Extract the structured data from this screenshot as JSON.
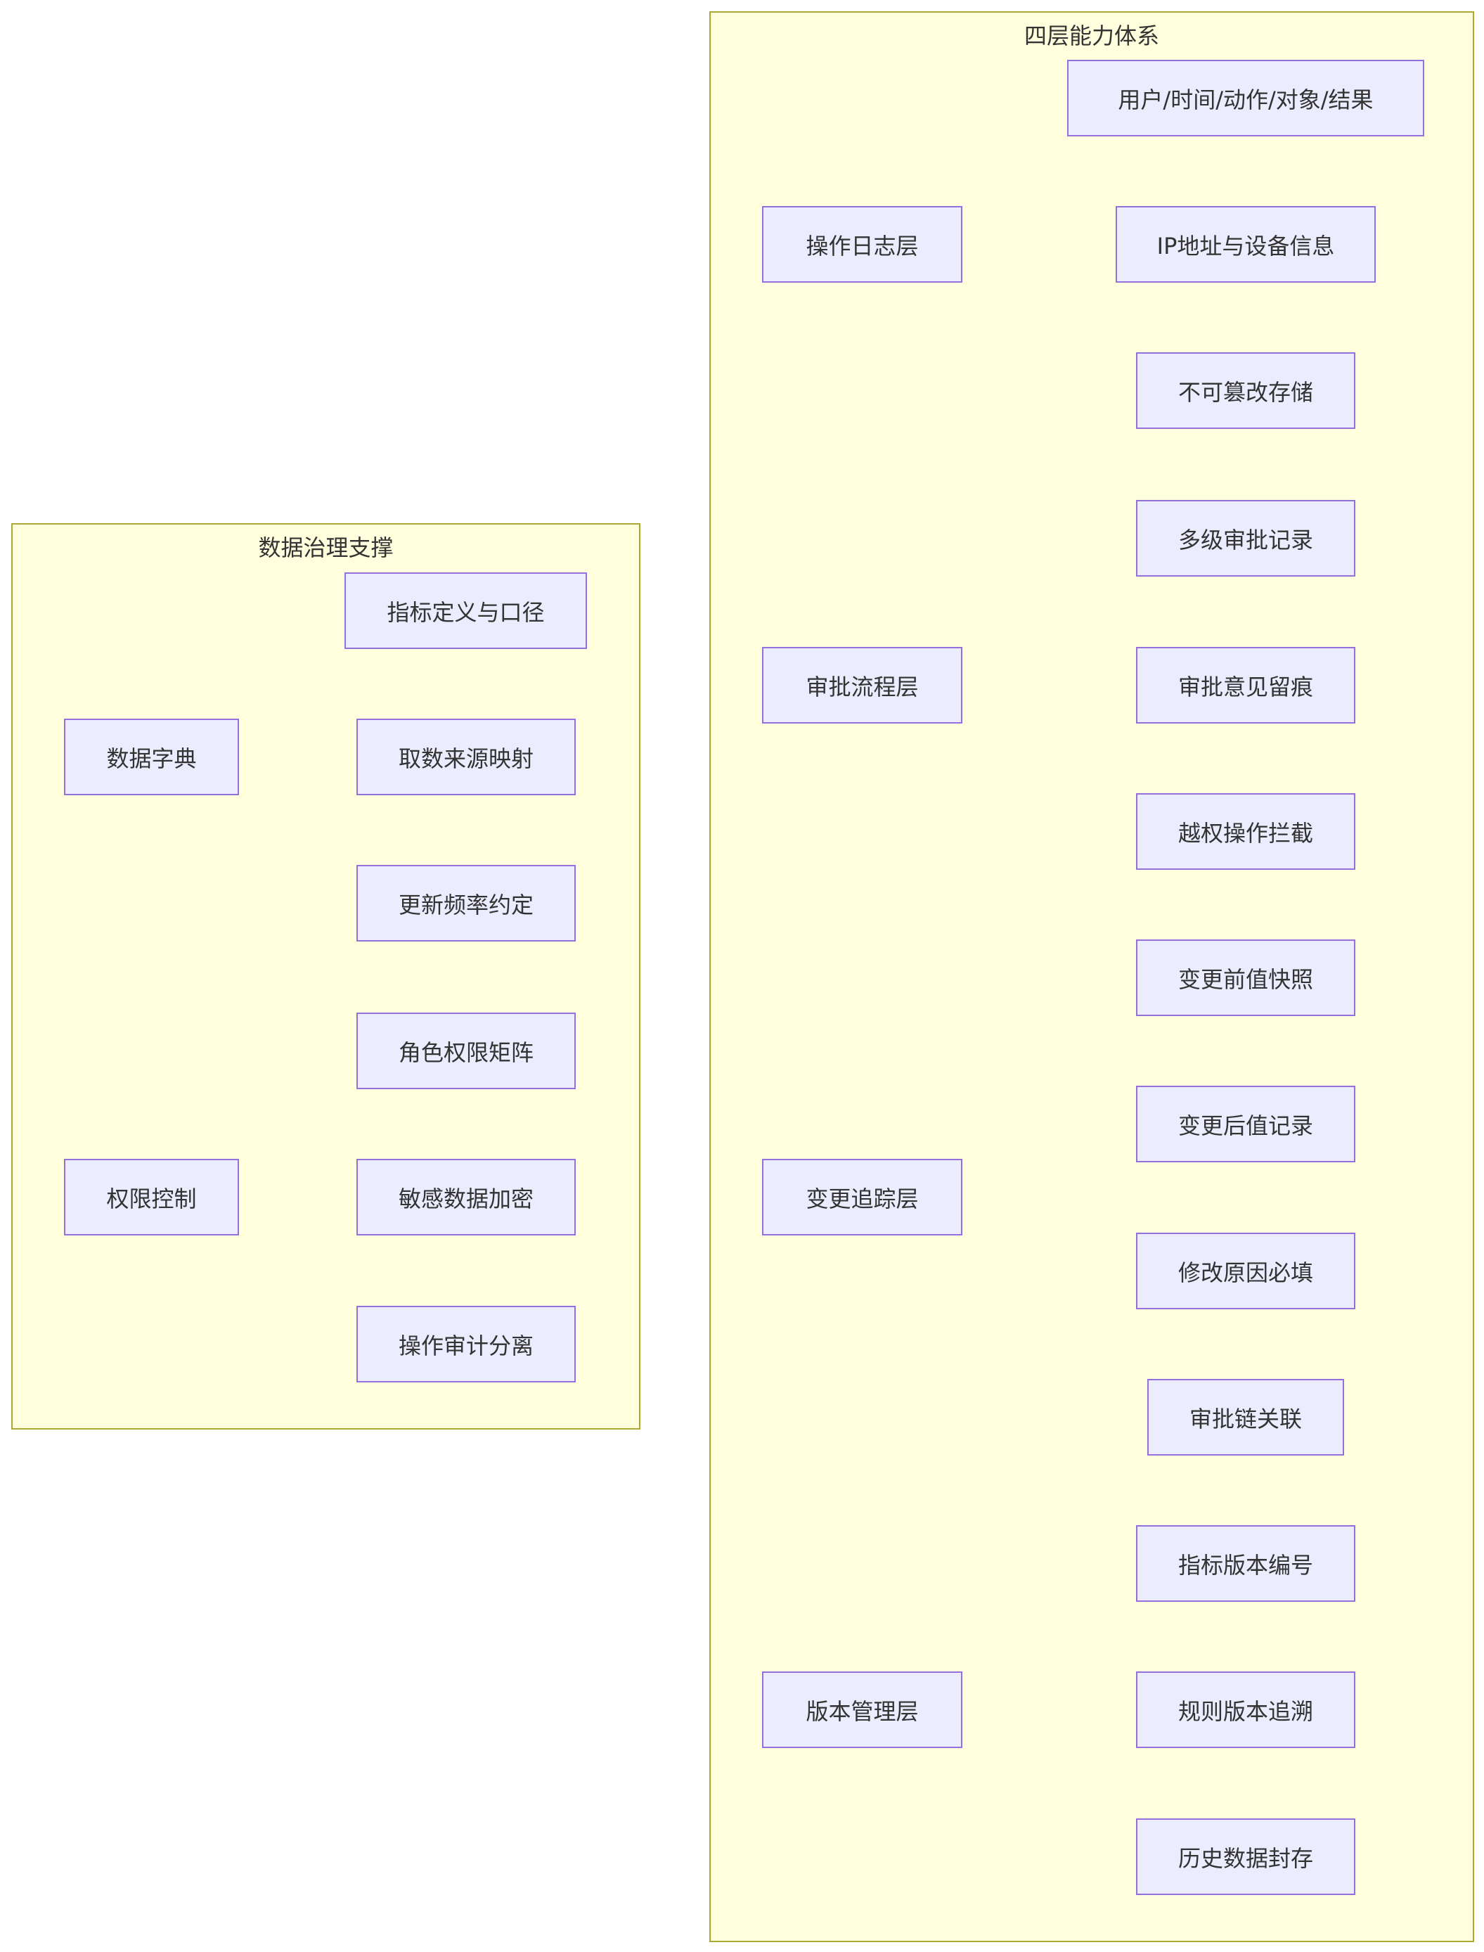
{
  "colors": {
    "cluster_fill": "#ffffde",
    "cluster_stroke": "#aaaa33",
    "node_fill": "#ececff",
    "node_stroke": "#9370db",
    "edge": "#333333",
    "text": "#333333"
  },
  "clusters": {
    "governance": {
      "title": "数据治理支撑",
      "nodes": {
        "data_dictionary": "数据字典",
        "metric_definition": "指标定义与口径",
        "source_mapping": "取数来源映射",
        "update_frequency": "更新频率约定",
        "access_control": "权限控制",
        "role_matrix": "角色权限矩阵",
        "sensitive_encryption": "敏感数据加密",
        "audit_separation": "操作审计分离"
      }
    },
    "capability": {
      "title": "四层能力体系",
      "nodes": {
        "operation_log_layer": "操作日志层",
        "log_fields": "用户/时间/动作/对象/结果",
        "ip_device": "IP地址与设备信息",
        "tamper_proof": "不可篡改存储",
        "approval_layer": "审批流程层",
        "multi_level_approval": "多级审批记录",
        "approval_comments": "审批意见留痕",
        "unauthorized_block": "越权操作拦截",
        "change_tracking_layer": "变更追踪层",
        "before_snapshot": "变更前值快照",
        "after_record": "变更后值记录",
        "reason_required": "修改原因必填",
        "approval_link": "审批链关联",
        "version_layer": "版本管理层",
        "metric_version": "指标版本编号",
        "rule_version": "规则版本追溯",
        "history_archive": "历史数据封存"
      }
    }
  }
}
